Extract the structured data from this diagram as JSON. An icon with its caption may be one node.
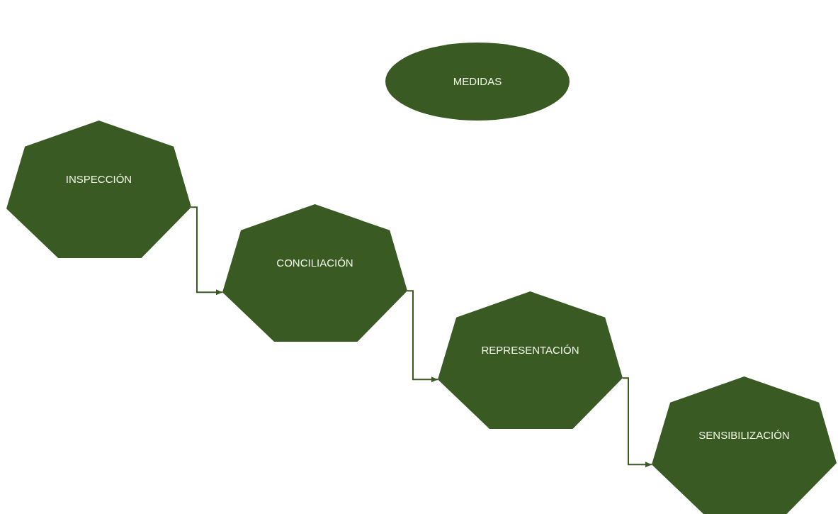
{
  "diagram": {
    "nodes": [
      {
        "text": [
          "MEDIDAS"
        ]
      },
      {
        "text": [
          "INSPECCIÓN"
        ]
      },
      {
        "text": [
          "CONCILIACIÓN"
        ]
      },
      {
        "text": [
          "REPRESENTACIÓN"
        ]
      },
      {
        "text": [
          "SENSIBILIZACIÓN"
        ]
      }
    ],
    "edges": [
      {
        "from": 1,
        "to": 2,
        "arrow": "to"
      },
      {
        "from": 2,
        "to": 3,
        "arrow": "to"
      },
      {
        "from": 3,
        "to": 4,
        "arrow": "to"
      }
    ]
  }
}
